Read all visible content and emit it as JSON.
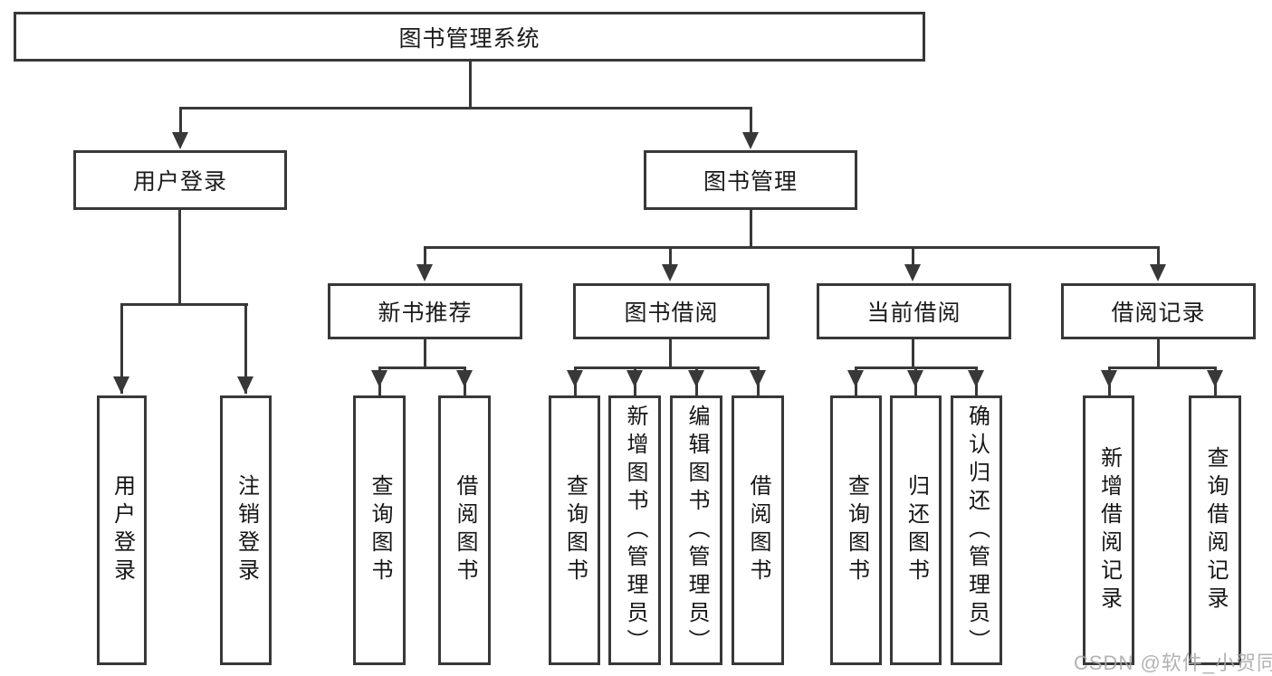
{
  "diagram": {
    "root": {
      "label": "图书管理系统"
    },
    "branches": [
      {
        "label": "用户登录",
        "children": [
          {
            "label": "用户登录"
          },
          {
            "label": "注销登录"
          }
        ]
      },
      {
        "label": "图书管理",
        "sections": [
          {
            "label": "新书推荐",
            "children": [
              {
                "label": "查询图书"
              },
              {
                "label": "借阅图书"
              }
            ]
          },
          {
            "label": "图书借阅",
            "children": [
              {
                "label": "查询图书"
              },
              {
                "label": "新增图书（管理员）"
              },
              {
                "label": "编辑图书（管理员）"
              },
              {
                "label": "借阅图书"
              }
            ]
          },
          {
            "label": "当前借阅",
            "children": [
              {
                "label": "查询图书"
              },
              {
                "label": "归还图书"
              },
              {
                "label": "确认归还（管理员）"
              }
            ]
          },
          {
            "label": "借阅记录",
            "children": [
              {
                "label": "新增借阅记录"
              },
              {
                "label": "查询借阅记录"
              }
            ]
          }
        ]
      }
    ]
  },
  "watermark": {
    "text": "CSDN @软件_小贺同学"
  },
  "colors": {
    "line": "#383838",
    "text": "#1a1a1a",
    "watermark": "#a6a6a6"
  }
}
